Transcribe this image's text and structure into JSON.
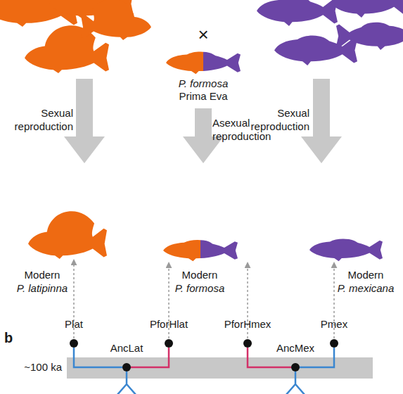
{
  "diagram": {
    "nodes": [
      {
        "text": [
          "P. formosa",
          "Prima Eva"
        ]
      },
      {
        "text": [
          "Sexual reproduction"
        ]
      },
      {
        "text": [
          "Asexual reproduction"
        ]
      },
      {
        "text": [
          "Sexual reproduction"
        ]
      },
      {
        "text": [
          "Modern",
          "P. latipinna"
        ]
      },
      {
        "text": [
          "Modern",
          "P. formosa"
        ]
      },
      {
        "text": [
          "Modern",
          "P. mexicana"
        ]
      },
      {
        "text": [
          "Plat"
        ]
      },
      {
        "text": [
          "PforHlat"
        ]
      },
      {
        "text": [
          "PforHmex"
        ]
      },
      {
        "text": [
          "Pmex"
        ]
      },
      {
        "text": [
          "~100 ka"
        ]
      },
      {
        "text": [
          "AncLat"
        ],
        "in": 11
      },
      {
        "text": [
          "AncMex"
        ],
        "in": 11
      }
    ],
    "edges": [
      {
        "from": 12,
        "to": 7,
        "arrow": "none"
      },
      {
        "from": 12,
        "to": 8,
        "arrow": "none"
      },
      {
        "from": 13,
        "to": 9,
        "arrow": "none"
      },
      {
        "from": 13,
        "to": 10,
        "arrow": "none"
      },
      {
        "from": 7,
        "to": 4,
        "arrow": "to"
      },
      {
        "from": 8,
        "to": 5,
        "arrow": "to"
      },
      {
        "from": 9,
        "to": 5,
        "arrow": "to"
      },
      {
        "from": 10,
        "to": 6,
        "arrow": "to"
      }
    ],
    "labels": [
      "×",
      "b"
    ]
  }
}
